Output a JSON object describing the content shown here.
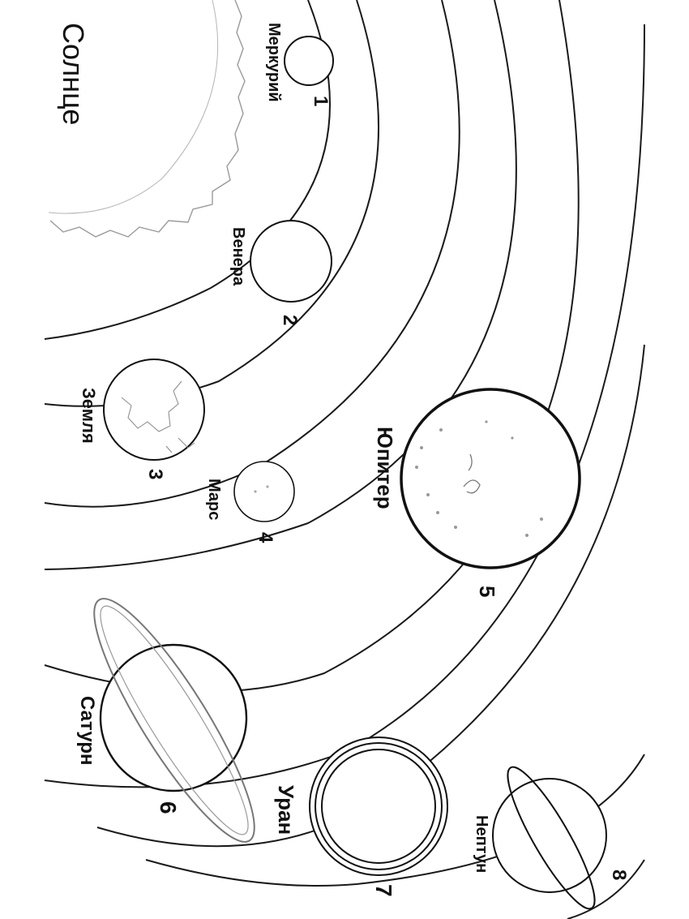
{
  "sun": {
    "label": "Солнце"
  },
  "planets": [
    {
      "id": "mercury",
      "name": "Меркурий",
      "number": "1"
    },
    {
      "id": "venus",
      "name": "Венера",
      "number": "2"
    },
    {
      "id": "earth",
      "name": "Земля",
      "number": "3"
    },
    {
      "id": "mars",
      "name": "Марс",
      "number": "4"
    },
    {
      "id": "jupiter",
      "name": "Юпитер",
      "number": "5"
    },
    {
      "id": "saturn",
      "name": "Сатурн",
      "number": "6"
    },
    {
      "id": "uranus",
      "name": "Уран",
      "number": "7"
    },
    {
      "id": "neptune",
      "name": "Нептун",
      "number": "8"
    }
  ],
  "colors": {
    "ink": "#111111",
    "background": "#ffffff",
    "sun_outline": "#9a9a9a"
  }
}
